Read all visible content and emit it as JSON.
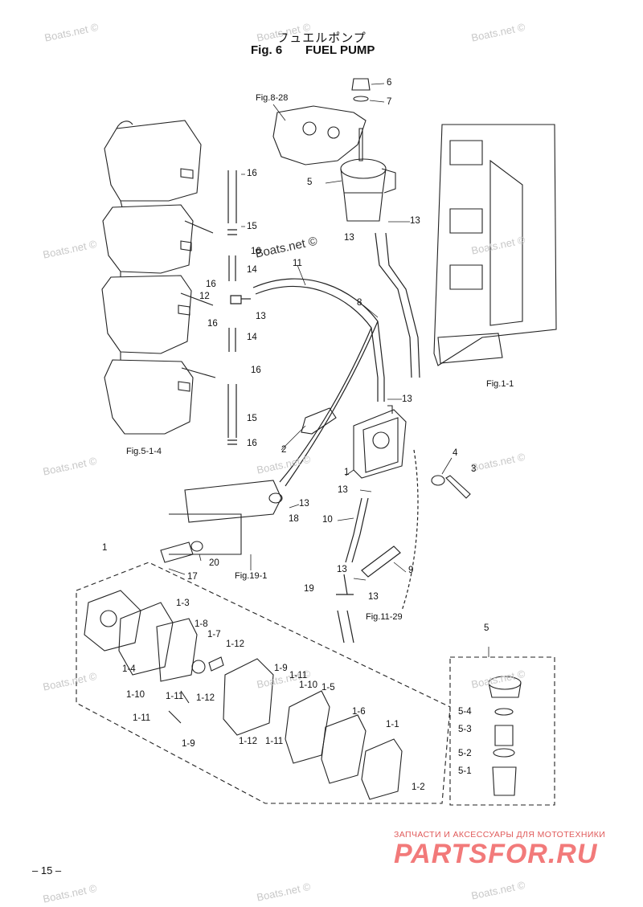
{
  "header": {
    "title_jp": "フュエルポンプ",
    "fig_no": "Fig. 6",
    "title_en": "FUEL PUMP"
  },
  "watermark": "Boats.net ©",
  "refs": {
    "fig_8_28": "Fig.8-28",
    "fig_1_1": "Fig.1-1",
    "fig_5_1_4": "Fig.5-1-4",
    "fig_19_1": "Fig.19-1",
    "fig_11_29": "Fig.11-29"
  },
  "part_labels": {
    "p6": "6",
    "p7": "7",
    "p5": "5",
    "p16a": "16",
    "p15a": "15",
    "p13a": "13",
    "p13b": "13",
    "p16b": "16",
    "p14a": "14",
    "p11": "11",
    "p16c": "16",
    "p12": "12",
    "p13c": "13",
    "p16d": "16",
    "p14b": "14",
    "p8": "8",
    "p16e": "16",
    "p15b": "15",
    "p16f": "16",
    "p13d": "13",
    "p2": "2",
    "p1": "1",
    "p4": "4",
    "p3": "3",
    "p13e": "13",
    "p13f": "13",
    "p18": "18",
    "p10": "10",
    "p1main": "1",
    "p20": "20",
    "p17": "17",
    "p9": "9",
    "p13g": "13",
    "p19": "19",
    "p13h": "13",
    "p5box": "5"
  },
  "exploded_labels": {
    "l1_3": "1-3",
    "l1_8": "1-8",
    "l1_7": "1-7",
    "l1_12a": "1-12",
    "l1_4": "1-4",
    "l1_9a": "1-9",
    "l1_11a": "1-11",
    "l1_10a": "1-10",
    "l1_5": "1-5",
    "l1_12b": "1-12",
    "l1_10b": "1-10",
    "l1_11b": "1-11",
    "l1_11c": "1-11",
    "l1_9b": "1-9",
    "l1_12c": "1-12",
    "l1_11d": "1-11",
    "l1_6": "1-6",
    "l1_1": "1-1",
    "l1_2": "1-2"
  },
  "filter_labels": {
    "f5_4": "5-4",
    "f5_3": "5-3",
    "f5_2": "5-2",
    "f5_1": "5-1"
  },
  "page_number": "– 15 –",
  "partsfor": {
    "caption": "ЗАПЧАСТИ И АКСЕССУАРЫ ДЛЯ МОТОТЕХНИКИ",
    "logo": "PARTSFOR.RU"
  }
}
